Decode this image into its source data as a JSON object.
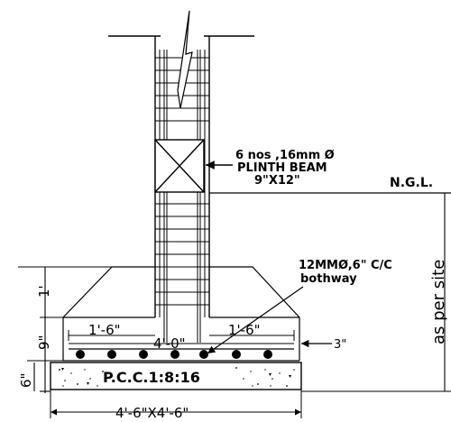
{
  "labels": {
    "rebar_spec": "6 nos ,16mm Ø",
    "plinth_beam": "PLINTH BEAM",
    "beam_size": "9\"X12\"",
    "ngl": "N.G.L.",
    "footing_steel": "12MMØ,6\" C/C",
    "bothway": "bothway",
    "as_per_site": "as per site",
    "offset_left": "1'-6\"",
    "offset_right": "1'-6\"",
    "footing_width": "4'-0\"",
    "cover": "3\"",
    "slope_height": "1'",
    "base_depth": "9\"",
    "pcc_depth": "6\"",
    "pcc": "P.C.C.1:8:16",
    "pcc_size": "4'-6\"X4'-6\""
  }
}
